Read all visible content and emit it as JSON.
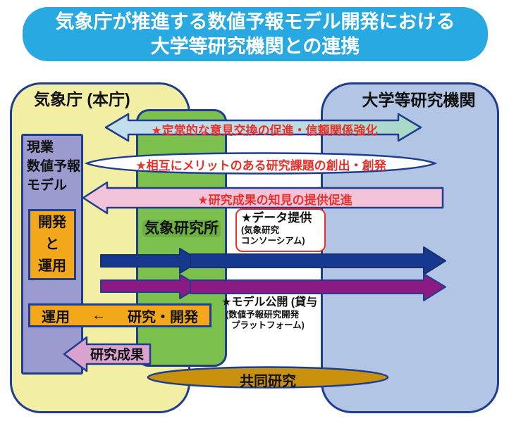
{
  "title": {
    "line1": "気象庁が推進する数値予報モデル開発における",
    "line2": "大学等研究機関との連携"
  },
  "jma": {
    "label": "気象庁 (本庁)",
    "operational_model": "現業\n数値予報\nモデル",
    "dev_ops": "開発\nと\n運用",
    "ops_label": "運用",
    "ops_arrow": "←",
    "rd_label": "研究・開発",
    "research_results": "研究成果"
  },
  "university": {
    "label": "大学等研究機関"
  },
  "mri": {
    "label": "気象研究所"
  },
  "arrows": {
    "exchange": "★定常的な意見交換の促進・信頼関係強化",
    "mutual": "★相互にメリットのある研究課題の創出・創発",
    "knowledge": "★研究成果の知見の提供促進"
  },
  "annotations": {
    "data_provision": {
      "line1": "★データ提供",
      "line2": "(気象研究",
      "line3": "コンソーシアム)"
    },
    "model_release": {
      "line1": "★モデル公開 (貸与",
      "line2": "(数値予報研究開発",
      "line3": "プラットフォーム)"
    }
  },
  "joint_research": "共同研究",
  "colors": {
    "banner": "#29a9e1",
    "border_navy": "#1f3d8f",
    "jma_bg": "#f2efa4",
    "university_bg": "#b3c5e5",
    "mri_bg": "#7cc04e",
    "model_bg": "#9b9bd0",
    "orange": "#f3a81c",
    "exchange_arrow_left": "#c3ddec",
    "exchange_arrow_right": "#a6d7c4",
    "knowledge_arrow": "#f3c3da",
    "results_arrow": "#d9a3cd",
    "flow_blue": "#16388e",
    "flow_purple": "#8c1a85",
    "joint_bg": "#c8920f",
    "caption_red": "#e8312b"
  }
}
